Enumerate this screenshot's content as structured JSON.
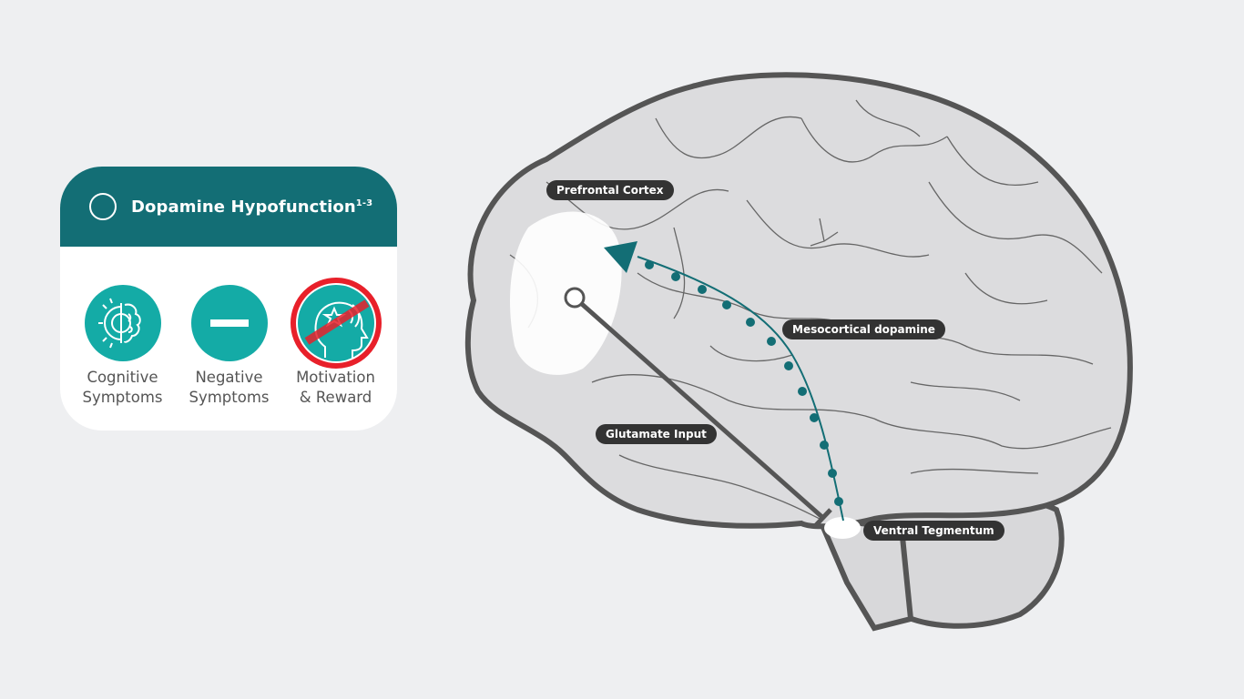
{
  "panel": {
    "title": "Dopamine Hypofunction",
    "superscript": "1-3",
    "items": [
      {
        "line1": "Cognitive",
        "line2": "Symptoms",
        "icon": "gear-brain-icon"
      },
      {
        "line1": "Negative",
        "line2": "Symptoms",
        "icon": "minus-icon"
      },
      {
        "line1": "Motivation",
        "line2": "& Reward",
        "icon": "head-star-prohibited-icon"
      }
    ]
  },
  "brain": {
    "labels": {
      "prefrontal": "Prefrontal Cortex",
      "mesocortical": "Mesocortical dopamine",
      "glutamate": "Glutamate Input",
      "ventral": "Ventral Tegmentum"
    }
  },
  "colors": {
    "teal_dark": "#136e75",
    "teal": "#14aba6",
    "red": "#e8202a",
    "label_bg": "#333333"
  }
}
